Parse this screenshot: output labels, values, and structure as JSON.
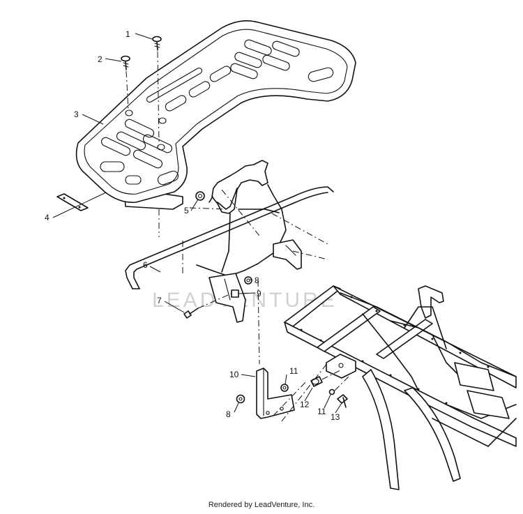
{
  "callouts": [
    "1",
    "2",
    "3",
    "4",
    "5",
    "6",
    "7",
    "8",
    "9",
    "10",
    "11",
    "8",
    "12",
    "11",
    "13"
  ],
  "watermark": "LEADVENTURE",
  "footer": "Rendered by LeadVenture, Inc."
}
